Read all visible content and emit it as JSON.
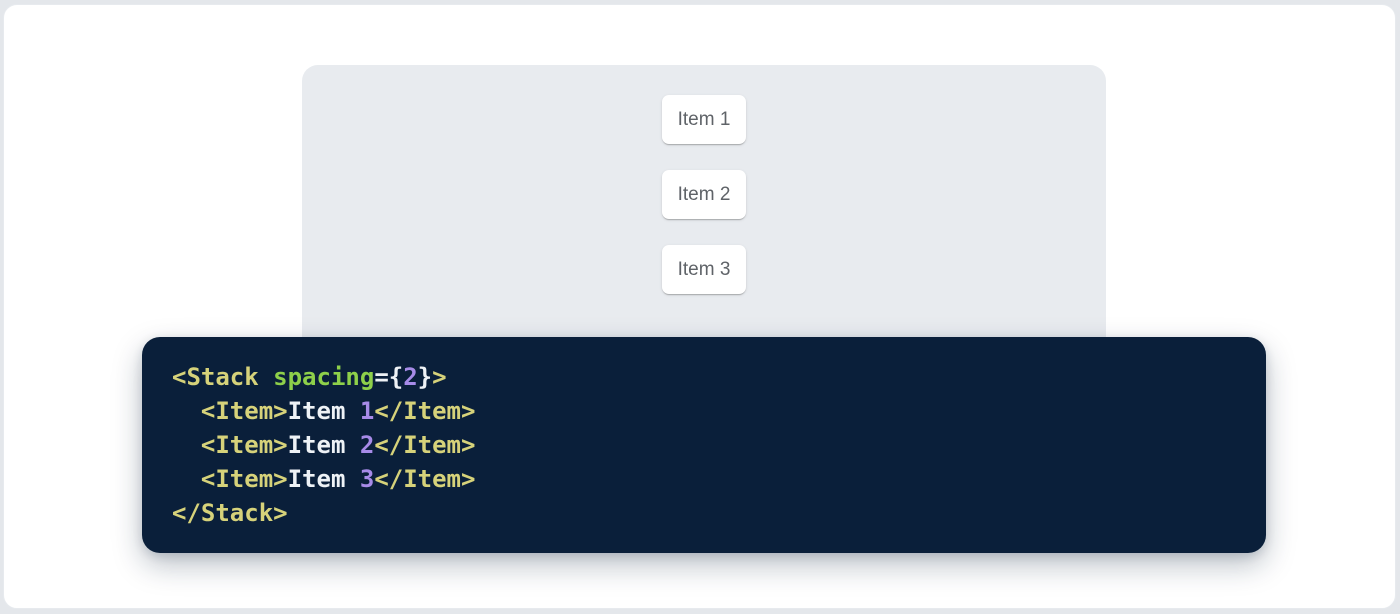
{
  "page": {
    "outer_background": "#e4e7eb",
    "card_background": "#ffffff"
  },
  "demo": {
    "panel_background": "#e8ebef",
    "component": "Stack",
    "items": [
      {
        "label": "Item 1"
      },
      {
        "label": "Item 2"
      },
      {
        "label": "Item 3"
      }
    ]
  },
  "code": {
    "background": "#0a1f3a",
    "syntax_colors": {
      "tag": "#d6d27a",
      "attr": "#8ed04a",
      "number": "#a78be8",
      "plain": "#eef2f6"
    },
    "lines": [
      [
        [
          "tag",
          "<Stack"
        ],
        [
          "plain",
          " "
        ],
        [
          "attr",
          "spacing"
        ],
        [
          "plain",
          "={"
        ],
        [
          "number",
          "2"
        ],
        [
          "plain",
          "}"
        ],
        [
          "tag",
          ">"
        ]
      ],
      [
        [
          "plain",
          "  "
        ],
        [
          "tag",
          "<Item>"
        ],
        [
          "plain",
          "Item "
        ],
        [
          "number",
          "1"
        ],
        [
          "tag",
          "</Item>"
        ]
      ],
      [
        [
          "plain",
          "  "
        ],
        [
          "tag",
          "<Item>"
        ],
        [
          "plain",
          "Item "
        ],
        [
          "number",
          "2"
        ],
        [
          "tag",
          "</Item>"
        ]
      ],
      [
        [
          "plain",
          "  "
        ],
        [
          "tag",
          "<Item>"
        ],
        [
          "plain",
          "Item "
        ],
        [
          "number",
          "3"
        ],
        [
          "tag",
          "</Item>"
        ]
      ],
      [
        [
          "tag",
          "</Stack>"
        ]
      ]
    ]
  }
}
